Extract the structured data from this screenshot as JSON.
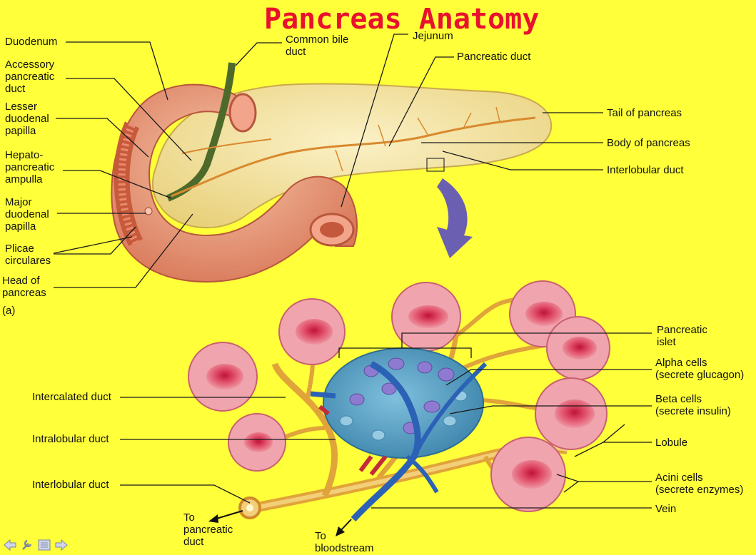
{
  "title": "Pancreas Anatomy",
  "panel_label": "(a)",
  "labels_a": {
    "duodenum": "Duodenum",
    "accessory_duct": [
      "Accessory",
      "pancreatic",
      "duct"
    ],
    "lesser_papilla": [
      "Lesser",
      "duodenal",
      "papilla"
    ],
    "hepato_ampulla": [
      "Hepato-",
      "pancreatic",
      "ampulla"
    ],
    "major_papilla": [
      "Major",
      "duodenal",
      "papilla"
    ],
    "plicae": [
      "Plicae",
      "circulares"
    ],
    "head": [
      "Head of",
      "pancreas"
    ],
    "common_bile_duct": [
      "Common bile",
      "duct"
    ],
    "jejunum": "Jejunum",
    "pancreatic_duct": "Pancreatic duct",
    "tail": "Tail of pancreas",
    "body": "Body of pancreas",
    "interlobular_duct": "Interlobular duct"
  },
  "labels_b": {
    "intercalated": "Intercalated duct",
    "intralobular": "Intralobular duct",
    "interlobular": "Interlobular duct",
    "to_pancreatic": [
      "To",
      "pancreatic",
      "duct"
    ],
    "to_bloodstream": [
      "To",
      "bloodstream"
    ],
    "islet": [
      "Pancreatic",
      "islet"
    ],
    "alpha": [
      "Alpha cells",
      "(secrete glucagon)"
    ],
    "beta": [
      "Beta cells",
      "(secrete insulin)"
    ],
    "lobule": "Lobule",
    "acini": [
      "Acini cells",
      "(secrete enzymes)"
    ],
    "vein": "Vein"
  },
  "colors": {
    "background": "#ffff3a",
    "title": "#e8112d",
    "pancreas": "#f3e3a2",
    "duodenum": "#e99a7c",
    "duct": "#e0a43a",
    "acinus": "#e58a92",
    "islet": "#5aa4c8",
    "vein": "#2b62b6",
    "arrow": "#6a5fb0"
  },
  "nav": {
    "icons": [
      "back-arrow-icon",
      "tools-icon",
      "menu-icon",
      "forward-arrow-icon"
    ]
  }
}
